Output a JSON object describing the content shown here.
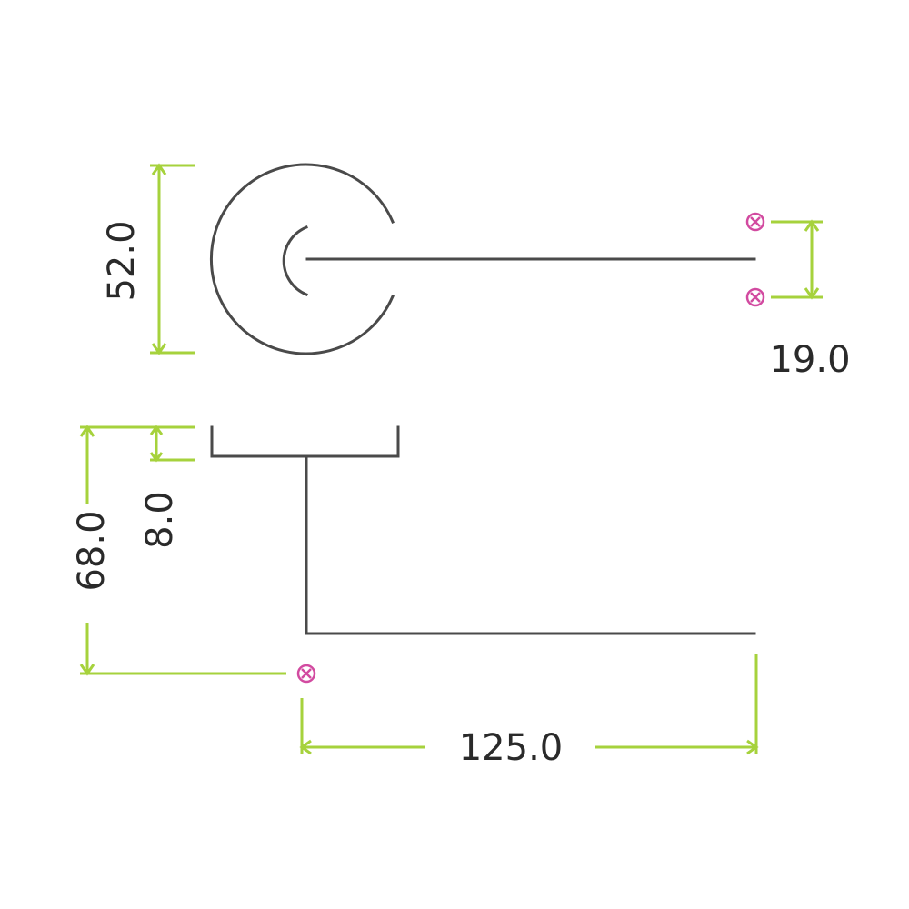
{
  "colors": {
    "background": "#ffffff",
    "outline": "#4a4a4a",
    "dimension": "#a6d23c",
    "marker": "#d24aa0",
    "label": "#2a2a2a"
  },
  "dimensions": {
    "rose_diameter": "52.0",
    "screw_spacing": "19.0",
    "overall_height": "68.0",
    "rose_thickness": "8.0",
    "lever_length": "125.0"
  },
  "marker_icon": "screw-fixing-point"
}
